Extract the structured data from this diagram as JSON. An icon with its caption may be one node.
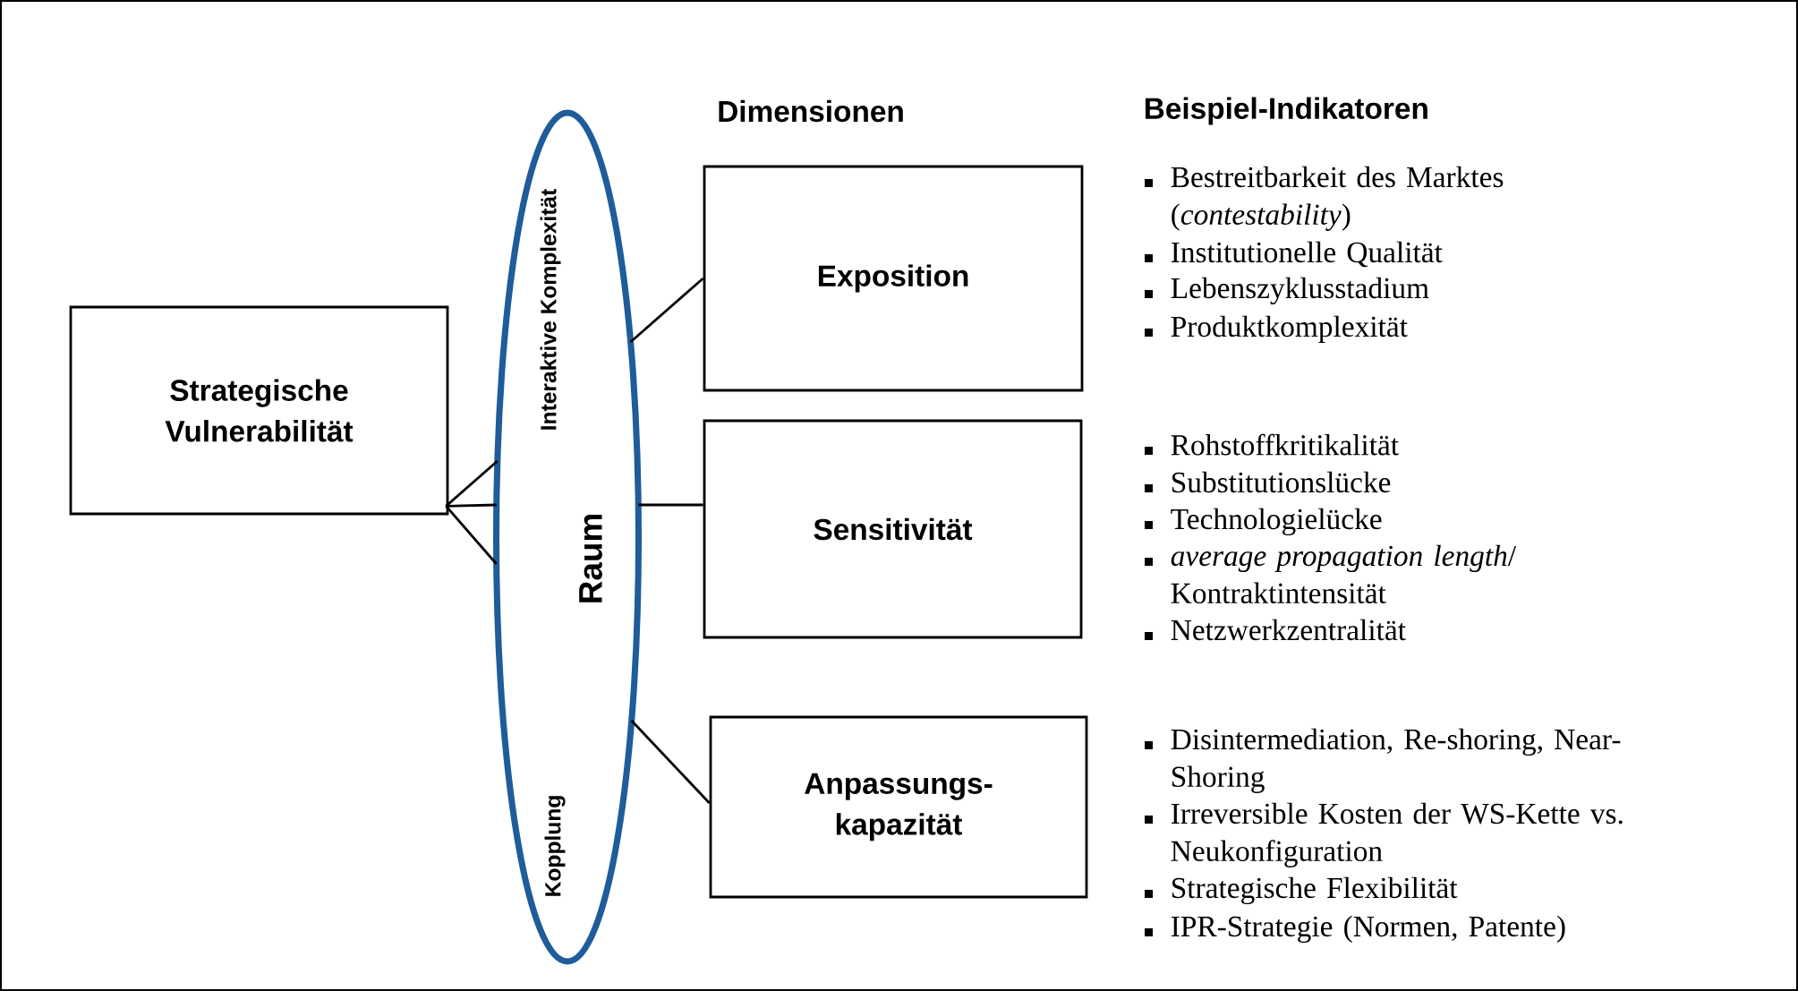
{
  "diagram": {
    "nodes": [
      {
        "text": [
          "Strategische Vulnerabilität"
        ]
      },
      {
        "text": [
          "Interaktive Komplexität",
          "Raum",
          "Kopplung"
        ]
      },
      {
        "text": [
          "Exposition"
        ]
      },
      {
        "text": [
          "Sensitivität"
        ]
      },
      {
        "text": [
          "Anpassungs-kapazität"
        ]
      }
    ],
    "edges": [
      {
        "from": 0,
        "to": 1,
        "arrow": "none"
      },
      {
        "from": 0,
        "to": 1,
        "arrow": "none"
      },
      {
        "from": 0,
        "to": 1,
        "arrow": "none"
      },
      {
        "from": 1,
        "to": 2,
        "arrow": "none"
      },
      {
        "from": 1,
        "to": 3,
        "arrow": "none"
      },
      {
        "from": 1,
        "to": 4,
        "arrow": "none"
      }
    ],
    "labels": [
      "Dimensionen",
      "Beispiel-Indikatoren",
      "Bestreitbarkeit des Marktes (*contestability*)",
      "Institutionelle Qualität",
      "Lebenszyklusstadium",
      "Produktkomplexität",
      "Rohstoffkritikalität",
      "Substitutionslücke",
      "Technologielücke",
      "*average propagation length*/ Kontraktintensität",
      "Netzwerkzentralität",
      "Disintermediation, Re-shoring, Near-Shoring",
      "Irreversible Kosten der WS-Kette vs. Neukonfiguration",
      "Strategische Flexibilität",
      "IPR-Strategie (Normen, Patente)"
    ]
  }
}
